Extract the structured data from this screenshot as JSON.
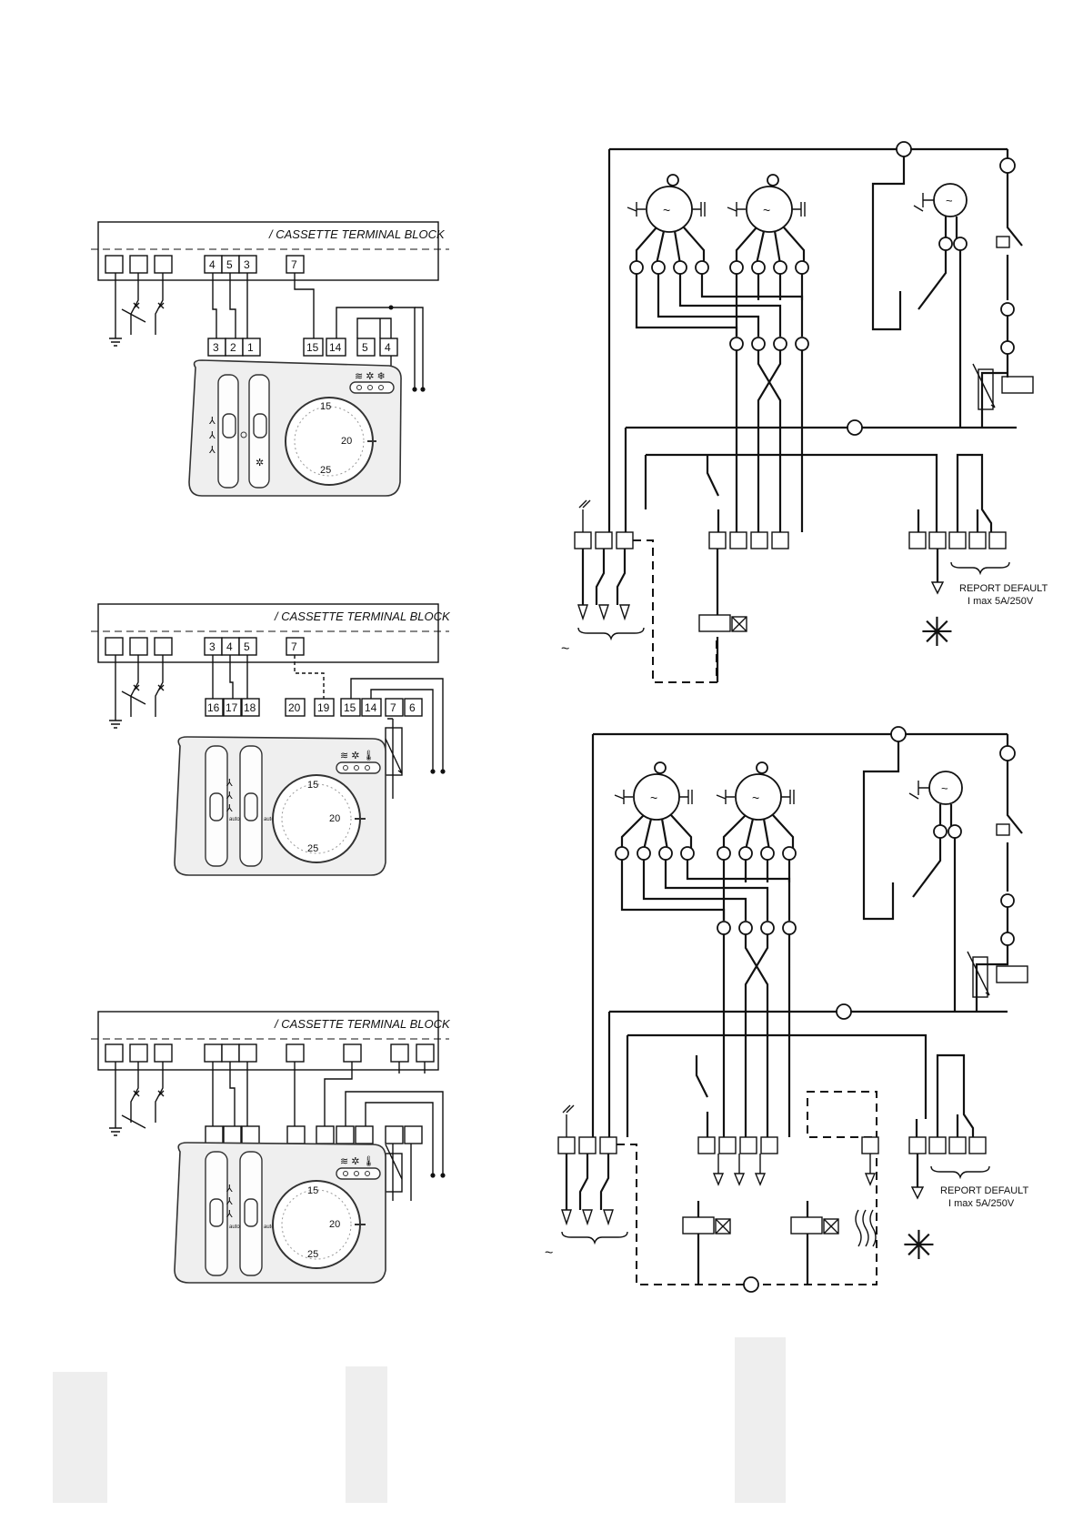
{
  "terminal_blocks": {
    "header": "/ CASSETTE TERMINAL BLOCK",
    "block1": {
      "top_terminals": [
        "4",
        "5",
        "3",
        "7"
      ],
      "bottom_terminals": [
        "3",
        "2",
        "1",
        "15",
        "14",
        "5",
        "4"
      ]
    },
    "block2": {
      "top_terminals": [
        "3",
        "4",
        "5",
        "7"
      ],
      "bottom_terminals": [
        "16",
        "17",
        "18",
        "20",
        "19",
        "15",
        "14",
        "7",
        "6"
      ]
    }
  },
  "schematics": {
    "report_default_label": "REPORT DEFAULT",
    "current_rating": "I max 5A/250V",
    "ac_symbol": "~"
  },
  "thermostat": {
    "auto_label": "auto",
    "dial_ticks": [
      "15",
      "20",
      "25"
    ]
  }
}
